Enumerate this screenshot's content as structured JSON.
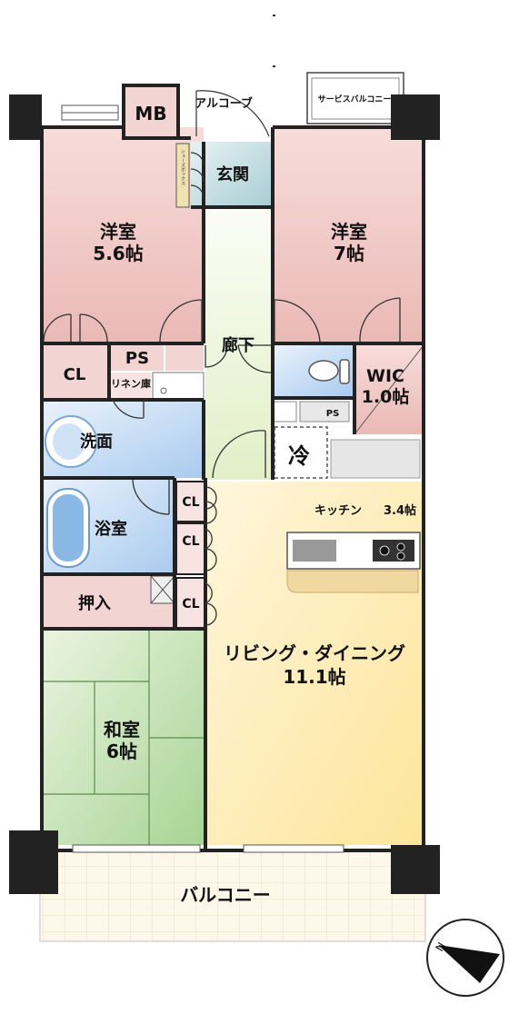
{
  "rooms": {
    "western_left": {
      "name": "洋室",
      "size": "5.6帖"
    },
    "western_right": {
      "name": "洋室",
      "size": "7帖"
    },
    "genkan": "玄関",
    "mb": "MB",
    "alcove": "アルコーブ",
    "service_balcony": "サービスバルコニー",
    "shoebox": "シューズボックス",
    "corridor": "廊下",
    "cl_upper": "CL",
    "ps_upper": "PS",
    "linen": "リネン庫",
    "wic": {
      "name": "WIC",
      "size": "1.0帖"
    },
    "ps_kitchen": "PS",
    "fridge": "冷",
    "washroom": "洗面",
    "bathroom": "浴室",
    "closets": [
      "CL",
      "CL",
      "CL"
    ],
    "oshiire": "押入",
    "kitchen": {
      "name": "キッチン",
      "size": "3.4帖"
    },
    "living": {
      "name": "リビング・ダイニング",
      "size": "11.1帖"
    },
    "japanese": {
      "name": "和室",
      "size": "6帖"
    },
    "balcony": "バルコニー"
  },
  "colors": {
    "western": "#f2d4d2",
    "genkan": "#c9e0e4",
    "corridor": "#eef6dc",
    "wet_area": "#bcd6f0",
    "wic": "#f2d4d2",
    "japanese": "#b8dba8",
    "living": "#fbe6a8",
    "kitchen_counter": "#f0d8a8",
    "wall": "#222222",
    "balcony": "#fbf6e6"
  },
  "compass_icon": "north-arrow-icon"
}
